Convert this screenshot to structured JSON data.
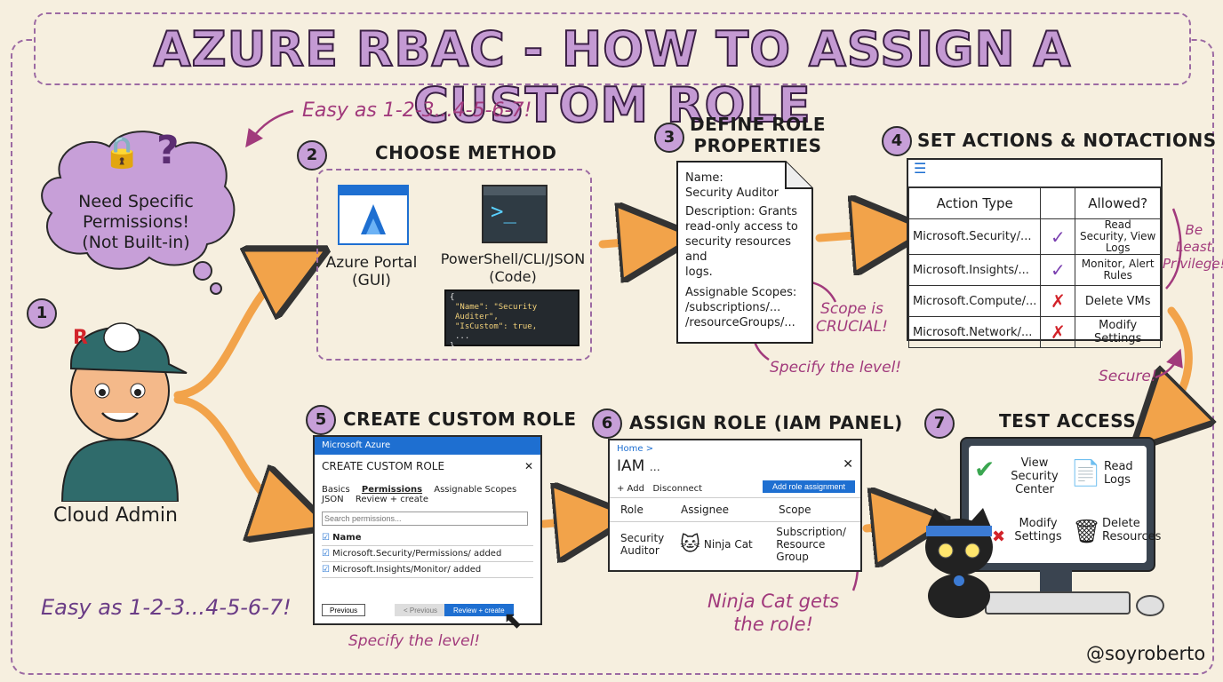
{
  "title": "AZURE RBAC - HOW TO ASSIGN A CUSTOM ROLE",
  "tagline_top": "Easy as 1-2-3...4-5-6-7!",
  "tagline_bottom": "Easy as 1-2-3...4-5-6-7!",
  "signature": "@soyroberto",
  "colors": {
    "accent": "#c79fd8",
    "arrow": "#f2a34a",
    "note": "#a13a7c",
    "azure": "#1e6fd1"
  },
  "step1": {
    "num": "1",
    "thought": [
      "Need Specific",
      "Permissions!",
      "(Not Built-in)"
    ],
    "label": "Cloud Admin",
    "cap_letter": "R"
  },
  "step2": {
    "num": "2",
    "title": "CHOOSE METHOD",
    "gui_label": [
      "Azure Portal",
      "(GUI)"
    ],
    "code_label": [
      "PowerShell/CLI/JSON",
      "(Code)"
    ],
    "code_lines": [
      "{",
      "\"Name\": \"Security Auditer\",",
      "\"IsCustom\": true,",
      "...",
      "}"
    ]
  },
  "step3": {
    "num": "3",
    "title": [
      "DEFINE ROLE",
      "PROPERTIES"
    ],
    "doc": [
      "Name:",
      "Security Auditor",
      "Description: Grants",
      "read-only access to",
      "security resources and",
      "logs.",
      "Assignable Scopes:",
      "/subscriptions/...",
      "/resourceGroups/..."
    ],
    "note_scope": [
      "Scope is",
      "CRUCIAL!"
    ],
    "note_level": "Specify the level!"
  },
  "step4": {
    "num": "4",
    "title": "SET ACTIONS & NOTACTIONS",
    "headers": [
      "Action Type",
      "",
      "Allowed?"
    ],
    "rows": [
      {
        "action": "Microsoft.Security/...",
        "mark": "✓",
        "allowed": "Read Security, View Logs"
      },
      {
        "action": "Microsoft.Insights/...",
        "mark": "✓",
        "allowed": "Monitor, Alert Rules"
      },
      {
        "action": "Microsoft.Compute/...",
        "mark": "✗",
        "allowed": "Delete VMs"
      },
      {
        "action": "Microsoft.Network/...",
        "mark": "✗",
        "allowed": "Modify Settings"
      }
    ],
    "note_least": [
      "Be",
      "Least",
      "Privilege!"
    ],
    "note_secure": "Secure!"
  },
  "step5": {
    "num": "5",
    "title": "CREATE CUSTOM ROLE",
    "app": "Microsoft Azure",
    "dialog_title": "CREATE CUSTOM ROLE",
    "tabs": [
      "Basics",
      "Permissions",
      "Assignable Scopes",
      "JSON",
      "Review + create"
    ],
    "search_placeholder": "Search permissions...",
    "col_name": "Name",
    "perm_rows": [
      "Microsoft.Security/Permissions/ added",
      "Microsoft.Insights/Monitor/ added"
    ],
    "btn_prev": "Previous",
    "btn_prev2": "< Previous",
    "btn_review": "Review + create",
    "note": "Specify the level!"
  },
  "step6": {
    "num": "6",
    "title": "ASSIGN ROLE (IAM PANEL)",
    "breadcrumb": "Home >",
    "panel_title": "IAM",
    "add": "+ Add",
    "disconnect": "Disconnect",
    "btn_add_assign": "Add role assignment",
    "headers": [
      "Role",
      "Assignee",
      "Scope"
    ],
    "row": {
      "role": "Security Auditor",
      "assignee": "Ninja Cat",
      "scope": "Subscription/ Resource Group"
    },
    "note": [
      "Ninja Cat gets",
      "the role!"
    ]
  },
  "step7": {
    "num": "7",
    "title": "TEST ACCESS",
    "tiles": [
      {
        "label": "View Security Center",
        "ok": true
      },
      {
        "label": "Read Logs",
        "ok": true
      },
      {
        "label": "Modify Settings",
        "ok": false
      },
      {
        "label": "Delete Resources",
        "ok": false
      }
    ]
  }
}
